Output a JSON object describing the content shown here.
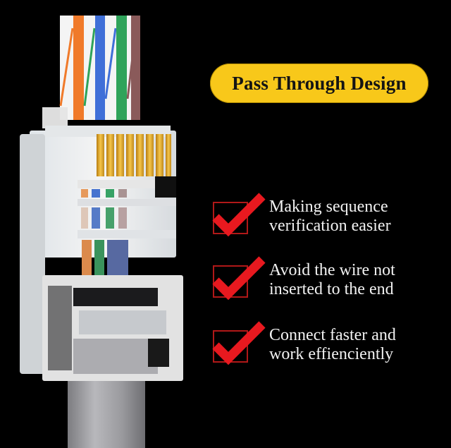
{
  "title": "Pass Through Design",
  "colors": {
    "background": "#000000",
    "pill": "#f8c81a",
    "title_text": "#141414",
    "check": "#e8191f",
    "feature_text": "#f2f2f2"
  },
  "features": [
    {
      "icon": "red-checkmark-icon",
      "line1": "Making sequence",
      "line2": "verification easier"
    },
    {
      "icon": "red-checkmark-icon",
      "line1": "Avoid the wire not",
      "line2": "inserted to the end"
    },
    {
      "icon": "red-checkmark-icon",
      "line1": "Connect faster and",
      "line2": "work effienciently"
    }
  ],
  "product": {
    "name": "RJ45 pass-through connector",
    "wire_colors": [
      "#f4f4f4",
      "#f07a2a",
      "#f4f4f4",
      "#3f6fd8",
      "#f4f4f4",
      "#2fa35a",
      "#f4f4f4",
      "#8a5a5a"
    ]
  }
}
